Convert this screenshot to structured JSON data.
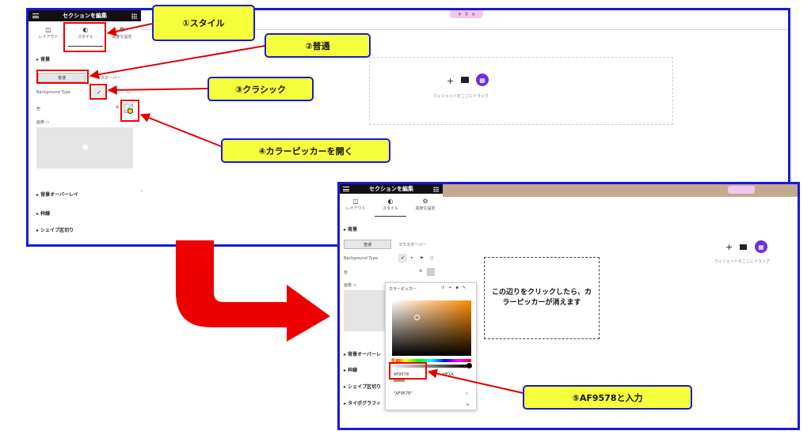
{
  "top": {
    "panel_title": "セクションを編集",
    "tabs": [
      {
        "label": "レイアウト",
        "icon": "layout-icon"
      },
      {
        "label": "スタイル",
        "icon": "half-circle-icon"
      },
      {
        "label": "高度な設定",
        "icon": "gear-icon"
      }
    ],
    "section_bg": "背景",
    "btn_normal": "普通",
    "btn_hover": "ウスオーバー",
    "bg_type_label": "Background Type",
    "color_label": "色",
    "image_label": "画像",
    "collapsed": [
      "背景オーバーレイ",
      "枠線",
      "シェイプ区切り"
    ],
    "canvas_hint": "ウィジェットをここにドラッグ"
  },
  "bottom": {
    "panel_title": "セクションを編集",
    "tabs": [
      {
        "label": "レイアウト",
        "icon": "layout-icon"
      },
      {
        "label": "スタイル",
        "icon": "half-circle-icon"
      },
      {
        "label": "高度な設定",
        "icon": "gear-icon"
      }
    ],
    "section_bg": "背景",
    "btn_normal": "普通",
    "btn_hover": "マウスオーバー",
    "bg_type_label": "Background Type",
    "color_label": "色",
    "image_label": "画像",
    "collapsed": [
      "背景オーバーレ",
      "枠線",
      "シェイプ区切り",
      "タイポグラフィ"
    ],
    "picker_title": "カラーピッカー",
    "hex_value": "AF9578",
    "hex_mode": "HEXA",
    "search_value": "\"AF9578\"",
    "canvas_hint": "ウィジェットをここにドラッグ",
    "note_text": "この辺りをクリックしたら、カラーピッカーが消えます"
  },
  "callouts": {
    "c1": "①スタイル",
    "c2": "②普通",
    "c3": "③クラシック",
    "c4": "④カラーピッカーを開く",
    "c5": "⑤AF9578と入力"
  },
  "colors": {
    "frame": "#1a1ad6",
    "callout_bg": "#f6ff3c",
    "highlight": "#e00000",
    "accent": "#6e2fd8",
    "chosen_color": "#AF9578"
  }
}
